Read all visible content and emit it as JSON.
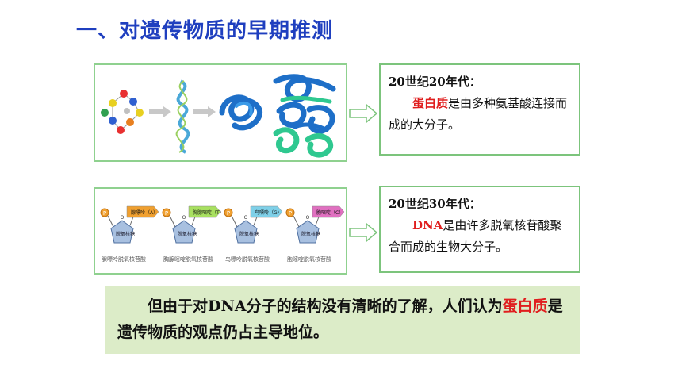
{
  "slide": {
    "title": "一、对遗传物质的早期推测"
  },
  "box1": {
    "heading": "20世纪20年代：",
    "highlight": "蛋白质",
    "body_rest": "是由多种氨基酸连接而成的大分子。"
  },
  "box2": {
    "heading": "20世纪30年代：",
    "highlight": "DNA",
    "body_rest": "是由许多脱氧核苷酸聚合而成的生物大分子。"
  },
  "nucleotides": [
    {
      "base": "腺嘌呤（A）",
      "name": "腺嘌呤脱氧核苷酸",
      "color": "#f0a030"
    },
    {
      "base": "胸腺嘧啶（T）",
      "name": "胸腺嘧啶脱氧核苷酸",
      "color": "#a8e060"
    },
    {
      "base": "鸟嘌呤（G）",
      "name": "鸟嘌呤脱氧核苷酸",
      "color": "#7fd0e8"
    },
    {
      "base": "胞嘧啶（C）",
      "name": "胞嘧啶脱氧核苷酸",
      "color": "#e070c0"
    }
  ],
  "sugar_label": "脱氧核糖",
  "conclusion": {
    "part1": "但由于对DNA分子的结构没有清晰的了解，人们认为",
    "highlight": "蛋白质",
    "part2": "是遗传物质的观点仍占主导地位。"
  },
  "colors": {
    "title": "#1f3fbf",
    "highlight": "#e01e1e",
    "border": "#8fd18f",
    "conclusion_bg": "#dcecc8"
  }
}
